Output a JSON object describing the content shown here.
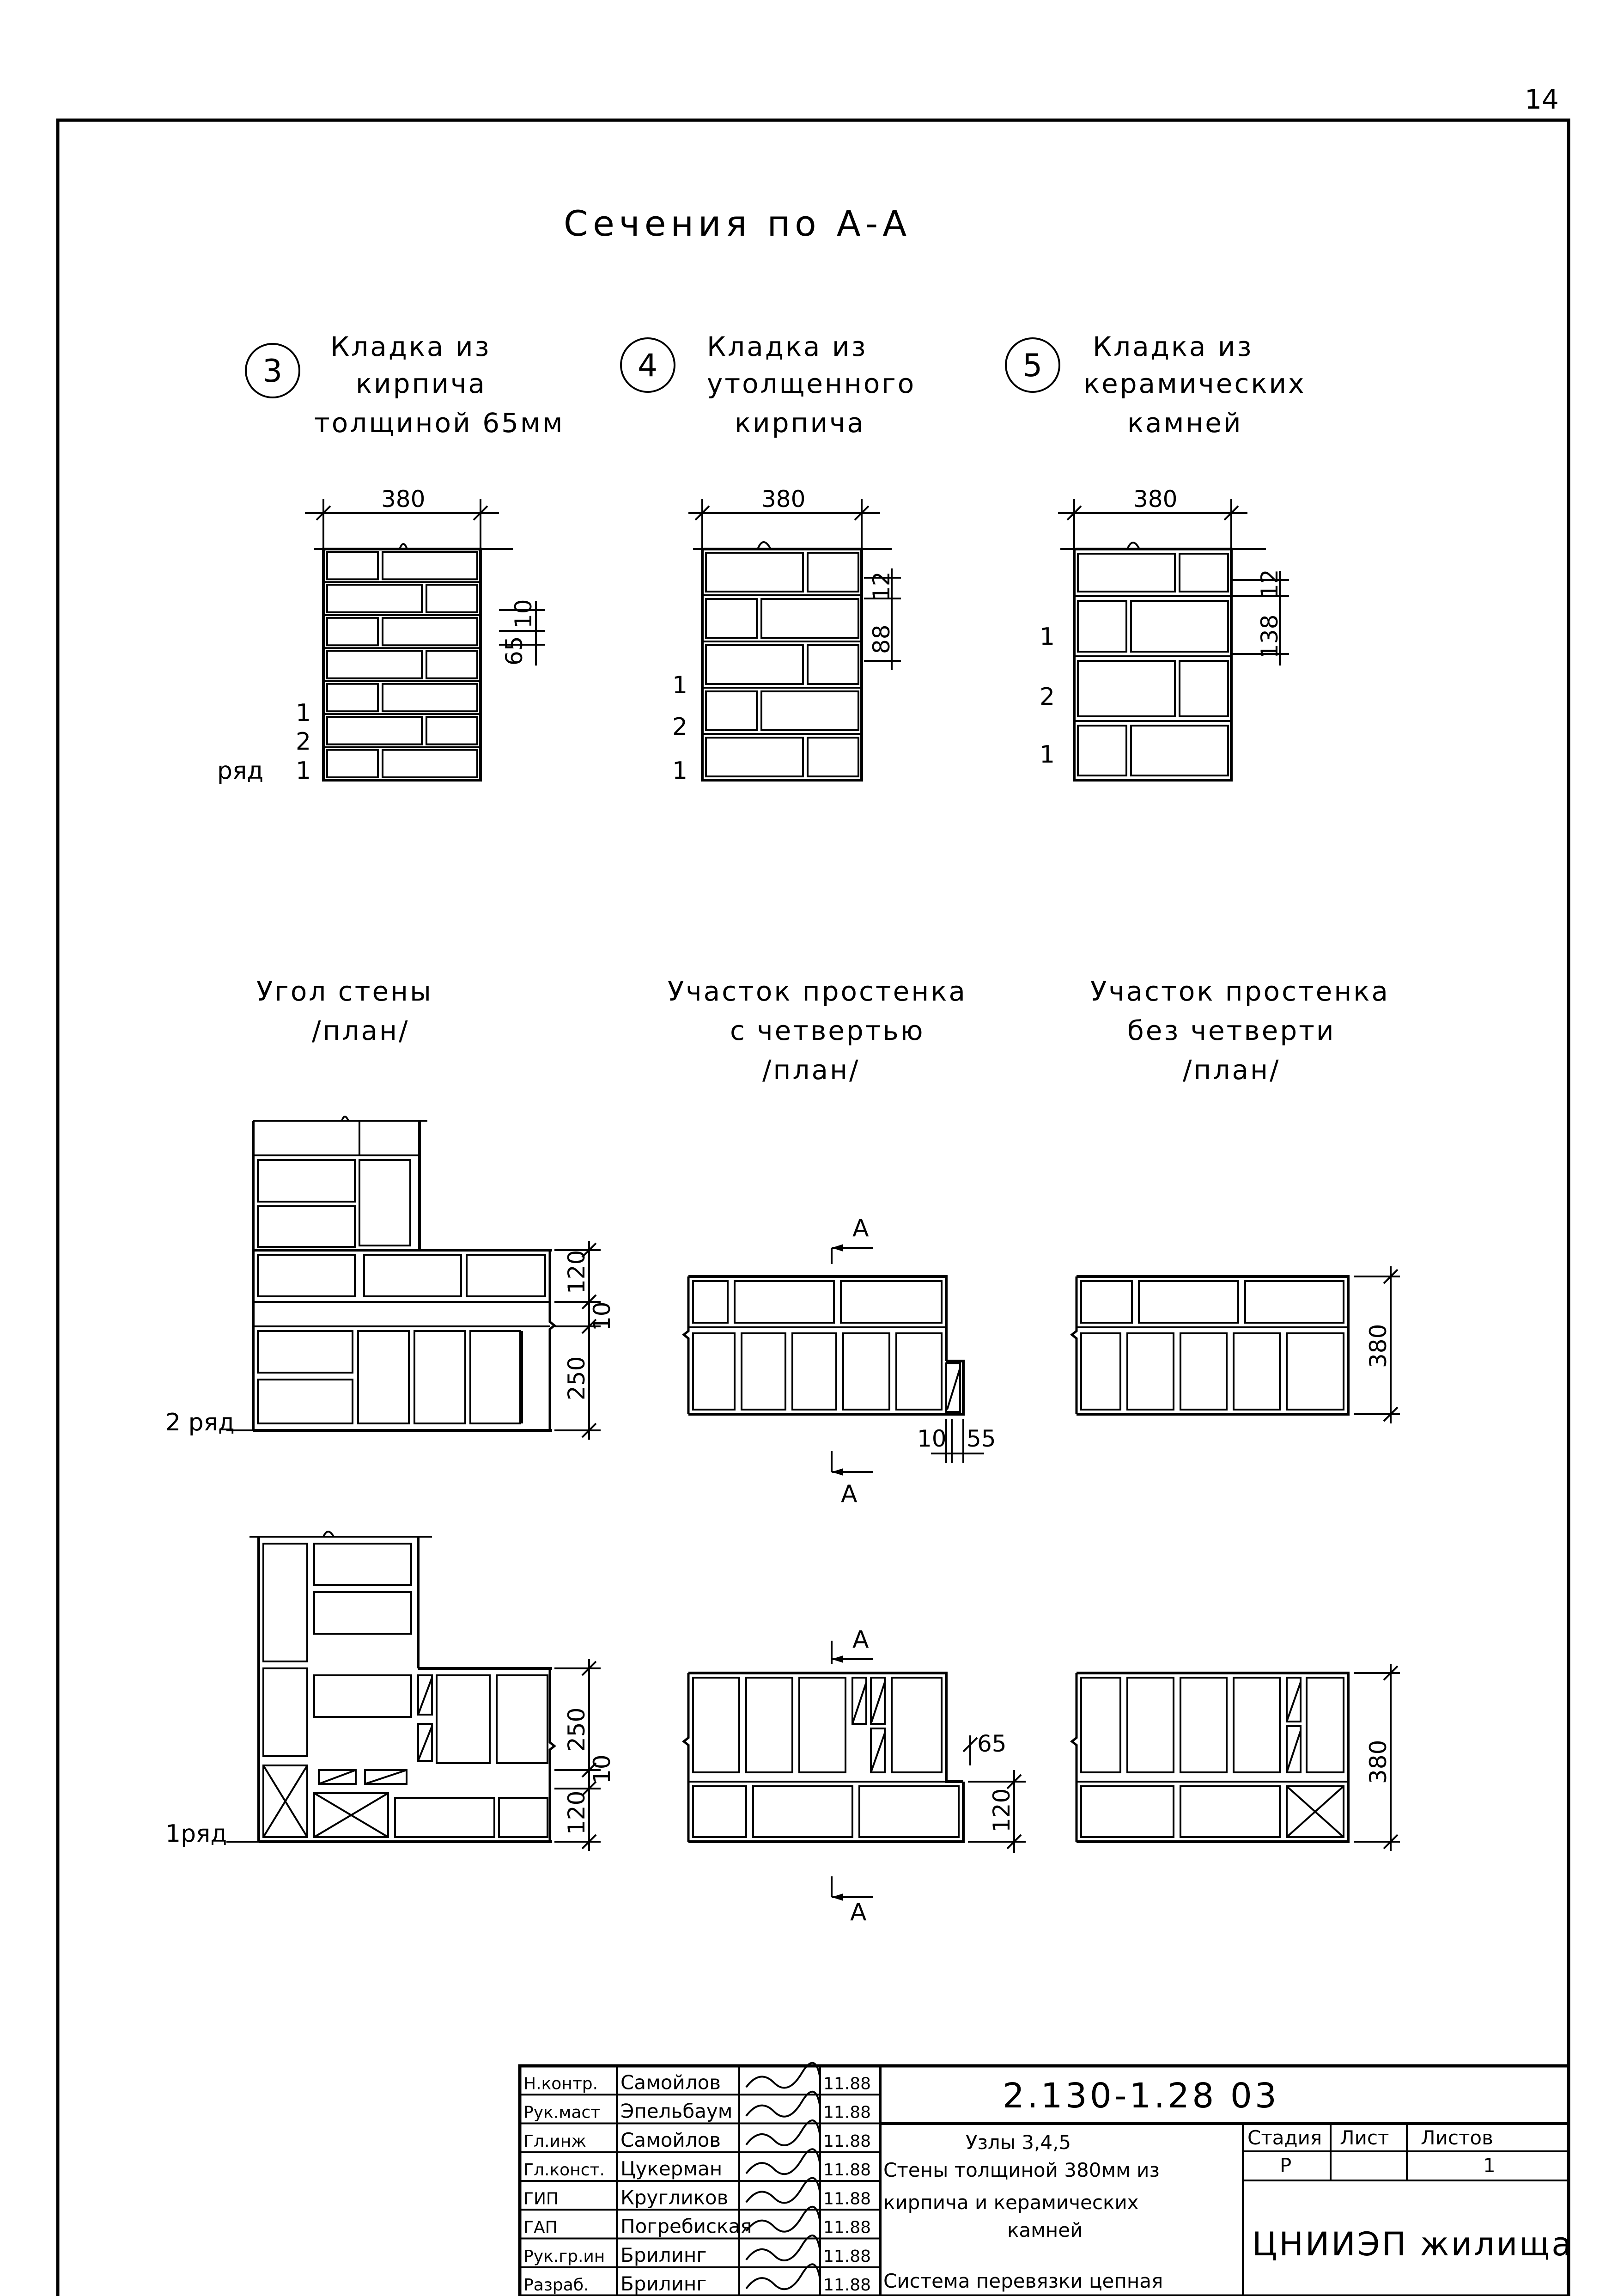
{
  "page_number": "14",
  "section_title": "Сечения по А-А",
  "sections": [
    {
      "marker": "3",
      "lines": [
        "Кладка из",
        "кирпича",
        "толщиной 65мм"
      ]
    },
    {
      "marker": "4",
      "lines": [
        "Кладка из",
        "утолщенного",
        "кирпича"
      ]
    },
    {
      "marker": "5",
      "lines": [
        "Кладка из",
        "керамических",
        "камней"
      ]
    }
  ],
  "section_dims": {
    "width": "380",
    "s3_joint": "10",
    "s3_course": "65",
    "s4_joint": "12",
    "s4_course": "88",
    "s5_joint": "12",
    "s5_course": "138"
  },
  "row_labels": {
    "n1": "1",
    "n2": "2",
    "ryad": "ряд"
  },
  "plans": [
    {
      "lines": [
        "Угол стены",
        "/план/"
      ]
    },
    {
      "lines": [
        "Участок простенка",
        "с четвертью",
        "/план/"
      ]
    },
    {
      "lines": [
        "Участок простенка",
        "без четверти",
        "/план/"
      ]
    }
  ],
  "plan_row_labels": {
    "row2": "2 ряд",
    "row1": "1ряд"
  },
  "plan_dims": {
    "d120": "120",
    "d10": "10",
    "d250": "250",
    "d380": "380",
    "d55": "55",
    "d65": "65"
  },
  "cut_mark": "А",
  "title_block": {
    "rows": [
      {
        "role": "Н.контр.",
        "name": "Самойлов",
        "date": "11.88"
      },
      {
        "role": "Рук.маст",
        "name": "Эпельбаум",
        "date": "11.88"
      },
      {
        "role": "Гл.инж",
        "name": "Самойлов",
        "date": "11.88"
      },
      {
        "role": "Гл.конст.",
        "name": "Цукерман",
        "date": "11.88"
      },
      {
        "role": "ГИП",
        "name": "Кругликов",
        "date": "11.88"
      },
      {
        "role": "ГАП",
        "name": "Погребиская",
        "date": "11.88"
      },
      {
        "role": "Рук.гр.ин",
        "name": "Брилинг",
        "date": "11.88"
      },
      {
        "role": "Разраб.",
        "name": "Брилинг",
        "date": "11.88"
      }
    ],
    "code": "2.130-1.28 03",
    "description": [
      "Узлы 3,4,5",
      "Стены толщиной 380мм из",
      "кирпича и керамических",
      "камней",
      "Система перевязки цепная"
    ],
    "stage_label": "Стадия",
    "sheet_label": "Лист",
    "sheets_label": "Листов",
    "stage": "Р",
    "sheets": "1",
    "organization": "ЦНИИЭП жилища"
  }
}
